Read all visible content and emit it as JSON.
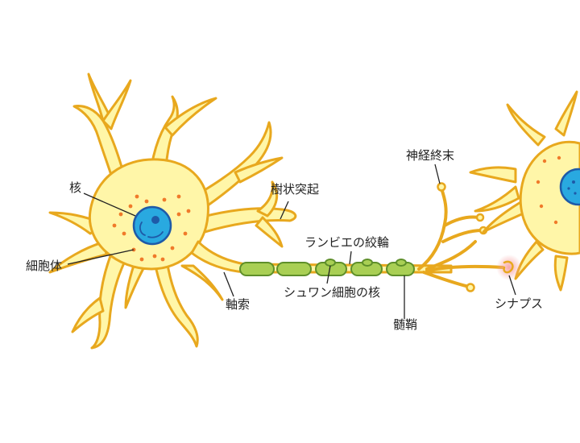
{
  "labels": {
    "nucleus": "核",
    "cell_body": "細胞体",
    "dendrite": "樹状突起",
    "axon": "軸索",
    "node_of_ranvier": "ランビエの絞輪",
    "schwann_nucleus": "シュワン細胞の核",
    "myelin_sheath": "髄鞘",
    "nerve_terminal": "神経終末",
    "synapse": "シナプス"
  },
  "colors": {
    "cell_fill": "#FFF6A8",
    "cell_outline": "#E8A81E",
    "nucleus_fill": "#29A9E0",
    "nucleus_outline": "#1E5AA8",
    "organelle_dot": "#F07A2A",
    "myelin_fill": "#A9CF54",
    "myelin_outline": "#5E8F2A",
    "synapse_glow": "#F7A3A3",
    "leader_line": "#222222"
  }
}
